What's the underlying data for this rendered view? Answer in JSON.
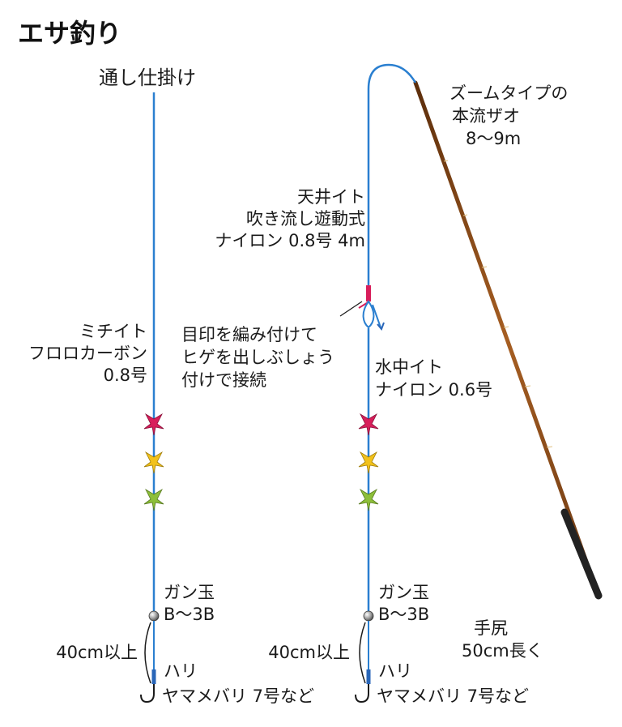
{
  "title": "エサ釣り",
  "left_rig": {
    "heading": "通し仕掛け",
    "line_label": [
      "ミチイト",
      "フロロカーボン",
      "0.8号"
    ],
    "sinker": [
      "ガン玉",
      "B〜3B"
    ],
    "distance": "40cm以上",
    "hook_label": "ハリ",
    "hook_size": "ヤマメバリ 7号など"
  },
  "right_rig": {
    "rod": [
      "ズームタイプの",
      "本流ザオ",
      "8〜9m"
    ],
    "upper_line": [
      "天井イト",
      "吹き流し遊動式",
      "ナイロン 0.8号 4m"
    ],
    "marker_note": [
      "目印を編み付けて",
      "ヒゲを出しぶしょう",
      "付けで接続"
    ],
    "lower_line": [
      "水中イト",
      "ナイロン 0.6号"
    ],
    "sinker": [
      "ガン玉",
      "B〜3B"
    ],
    "distance": "40cm以上",
    "handle": [
      "手尻",
      "50cm長く"
    ],
    "hook_label": "ハリ",
    "hook_size": "ヤマメバリ 7号など"
  },
  "colors": {
    "line": "#2a7fd0",
    "marker_red": "#d81e5b",
    "marker_yellow": "#f2c21b",
    "marker_green": "#8dbf3a",
    "rod": "#8a4a16",
    "grip": "#222222"
  }
}
